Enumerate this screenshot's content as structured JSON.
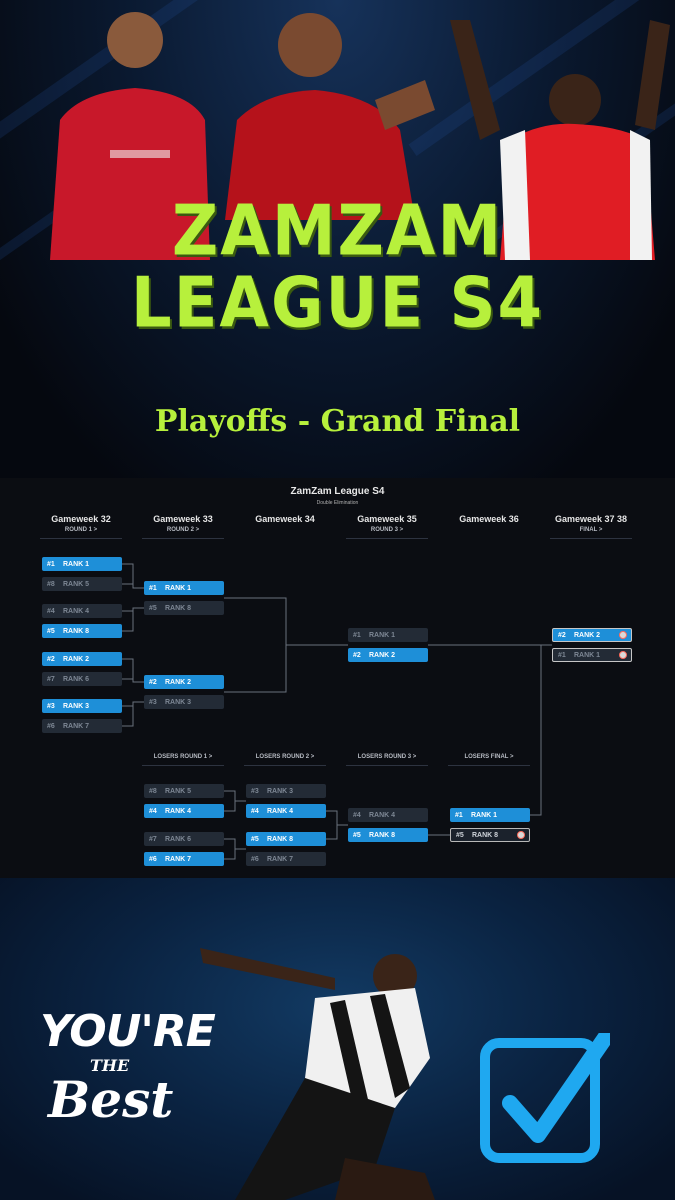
{
  "hero": {
    "title_line1": "ZAMZAM",
    "title_line2": "LEAGUE S4",
    "subtitle": "Playoffs - Grand Final"
  },
  "bracket": {
    "title": "ZamZam League S4",
    "subtitle": "Double Elimination",
    "gameweeks": [
      "Gameweek 32",
      "Gameweek 33",
      "Gameweek 34",
      "Gameweek 35",
      "Gameweek 36",
      "Gameweek 37 38"
    ],
    "upper_rounds": [
      "ROUND 1 >",
      "ROUND 2 >",
      "ROUND 3 >",
      "FINAL >"
    ],
    "lower_rounds": [
      "LOSERS ROUND 1 >",
      "LOSERS ROUND 2 >",
      "LOSERS ROUND 3 >",
      "LOSERS FINAL >"
    ],
    "r1": [
      {
        "seed": "#1",
        "name": "RANK 1",
        "win": true
      },
      {
        "seed": "#8",
        "name": "RANK 5",
        "win": false
      },
      {
        "seed": "#4",
        "name": "RANK 4",
        "win": false
      },
      {
        "seed": "#5",
        "name": "RANK 8",
        "win": true
      },
      {
        "seed": "#2",
        "name": "RANK 2",
        "win": true
      },
      {
        "seed": "#7",
        "name": "RANK 6",
        "win": false
      },
      {
        "seed": "#3",
        "name": "RANK 3",
        "win": true
      },
      {
        "seed": "#6",
        "name": "RANK 7",
        "win": false
      }
    ],
    "r2": [
      {
        "seed": "#1",
        "name": "RANK 1",
        "win": true
      },
      {
        "seed": "#5",
        "name": "RANK 8",
        "win": false
      },
      {
        "seed": "#2",
        "name": "RANK 2",
        "win": true
      },
      {
        "seed": "#3",
        "name": "RANK 3",
        "win": false
      }
    ],
    "r3": [
      {
        "seed": "#1",
        "name": "RANK 1",
        "win": false
      },
      {
        "seed": "#2",
        "name": "RANK 2",
        "win": true
      }
    ],
    "final": [
      {
        "seed": "#2",
        "name": "RANK 2",
        "win": true
      },
      {
        "seed": "#1",
        "name": "RANK 1",
        "win": false
      }
    ],
    "lr1": [
      {
        "seed": "#8",
        "name": "RANK 5",
        "win": false
      },
      {
        "seed": "#4",
        "name": "RANK 4",
        "win": true
      },
      {
        "seed": "#7",
        "name": "RANK 6",
        "win": false
      },
      {
        "seed": "#6",
        "name": "RANK 7",
        "win": true
      }
    ],
    "lr2": [
      {
        "seed": "#3",
        "name": "RANK 3",
        "win": false
      },
      {
        "seed": "#4",
        "name": "RANK 4",
        "win": true
      },
      {
        "seed": "#5",
        "name": "RANK 8",
        "win": true
      },
      {
        "seed": "#6",
        "name": "RANK 7",
        "win": false
      }
    ],
    "lr3": [
      {
        "seed": "#4",
        "name": "RANK 4",
        "win": false
      },
      {
        "seed": "#5",
        "name": "RANK 8",
        "win": true
      }
    ],
    "lfinal": [
      {
        "seed": "#1",
        "name": "RANK 1",
        "win": true
      },
      {
        "seed": "#5",
        "name": "RANK 8",
        "win": false
      }
    ]
  },
  "bottom": {
    "best_line1": "YOU'RE",
    "best_line2": "THE",
    "best_line3": "Best",
    "check_color": "#1fa8f0"
  }
}
